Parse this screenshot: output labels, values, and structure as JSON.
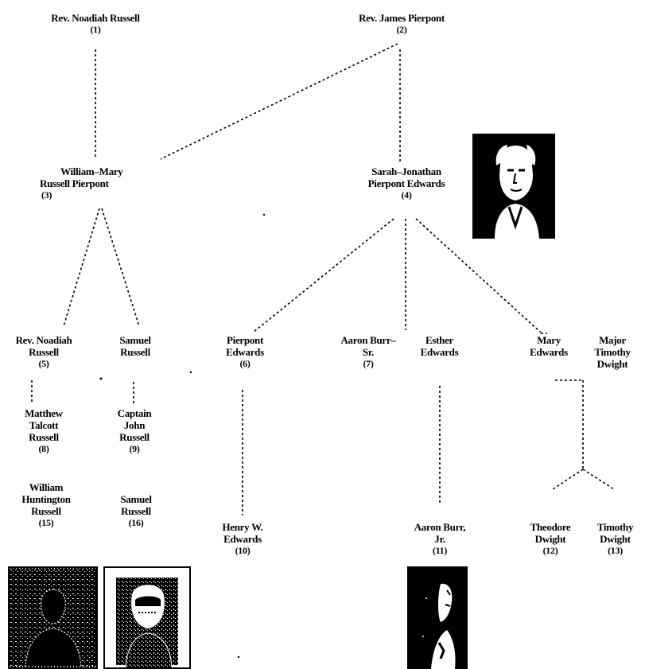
{
  "people": {
    "p1": {
      "lines": [
        "Rev. Noadiah Russell"
      ],
      "number": "(1)"
    },
    "p2": {
      "lines": [
        "Rev. James Pierpont"
      ],
      "number": "(2)"
    },
    "p3": {
      "lines": [
        "William–Mary",
        "Russell Pierpont"
      ],
      "number": "(3)"
    },
    "p4": {
      "lines": [
        "Sarah–Jonathan",
        "Pierpont Edwards"
      ],
      "number": "(4)"
    },
    "p5": {
      "lines": [
        "Rev. Noadiah",
        "Russell"
      ],
      "number": "(5)"
    },
    "sam": {
      "lines": [
        "Samuel",
        "Russell"
      ],
      "number": ""
    },
    "p6": {
      "lines": [
        "Pierpont",
        "Edwards"
      ],
      "number": "(6)"
    },
    "p7": {
      "lines": [
        "Aaron Burr–",
        "Sr."
      ],
      "number": "(7)"
    },
    "esth": {
      "lines": [
        "Esther",
        "Edwards"
      ],
      "number": ""
    },
    "mary": {
      "lines": [
        "Mary",
        "Edwards"
      ],
      "number": ""
    },
    "maj": {
      "lines": [
        "Major",
        "Timothy",
        "Dwight"
      ],
      "number": ""
    },
    "p8": {
      "lines": [
        "Matthew",
        "Talcott",
        "Russell"
      ],
      "number": "(8)"
    },
    "p9": {
      "lines": [
        "Captain",
        "John",
        "Russell"
      ],
      "number": "(9)"
    },
    "p15": {
      "lines": [
        "William",
        "Huntington",
        "Russell"
      ],
      "number": "(15)"
    },
    "p16": {
      "lines": [
        "Samuel",
        "Russell"
      ],
      "number": "(16)"
    },
    "p10": {
      "lines": [
        "Henry W.",
        "Edwards"
      ],
      "number": "(10)"
    },
    "p11": {
      "lines": [
        "Aaron Burr,",
        "Jr."
      ],
      "number": "(11)"
    },
    "p12": {
      "lines": [
        "Theodore",
        "Dwight"
      ],
      "number": "(12)"
    },
    "p13": {
      "lines": [
        "Timothy",
        "Dwight"
      ],
      "number": "(13)"
    }
  }
}
